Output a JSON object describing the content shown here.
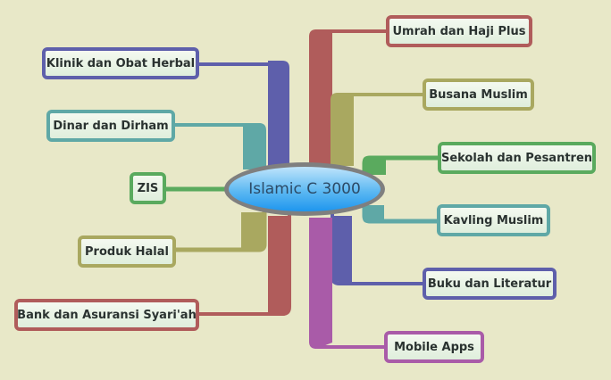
{
  "mindmap": {
    "center": {
      "label": "Islamic C 3000",
      "border_color": "#7f7f7f",
      "fill_color": "#4fb0f0"
    },
    "left_branches": [
      {
        "label": "Klinik dan Obat Herbal",
        "color": "#5e5fab"
      },
      {
        "label": "Dinar dan Dirham",
        "color": "#5fa8a6"
      },
      {
        "label": "ZIS",
        "color": "#5aaa5e"
      },
      {
        "label": "Produk Halal",
        "color": "#a9a860"
      },
      {
        "label": "Bank dan Asuransi Syari'ah",
        "color": "#b05c5b"
      }
    ],
    "right_branches": [
      {
        "label": "Umrah dan Haji Plus",
        "color": "#b05c5b"
      },
      {
        "label": "Busana Muslim",
        "color": "#a9a860"
      },
      {
        "label": "Sekolah dan Pesantren",
        "color": "#5aaa5e"
      },
      {
        "label": "Kavling Muslim",
        "color": "#5fa8a6"
      },
      {
        "label": "Buku dan Literatur",
        "color": "#5e5fab"
      },
      {
        "label": "Mobile Apps",
        "color": "#a95ba8"
      }
    ],
    "background": "#e8e8c8"
  }
}
